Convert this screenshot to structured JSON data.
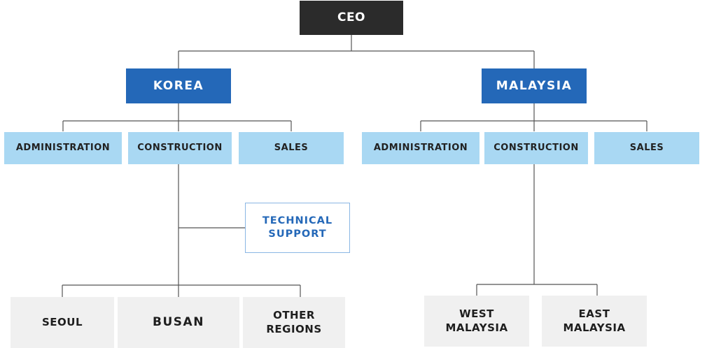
{
  "ceo": {
    "label": "CEO"
  },
  "korea": {
    "label": "KOREA",
    "departments": [
      "ADMINISTRATION",
      "CONSTRUCTION",
      "SALES"
    ],
    "technical_support": {
      "line1": "TECHNICAL",
      "line2": "SUPPORT"
    },
    "regions": [
      {
        "line1": "SEOUL",
        "line2": ""
      },
      {
        "line1": "BUSAN",
        "line2": ""
      },
      {
        "line1": "OTHER",
        "line2": "REGIONS"
      }
    ]
  },
  "malaysia": {
    "label": "MALAYSIA",
    "departments": [
      "ADMINISTRATION",
      "CONSTRUCTION",
      "SALES"
    ],
    "regions": [
      {
        "line1": "WEST",
        "line2": "MALAYSIA"
      },
      {
        "line1": "EAST",
        "line2": "MALAYSIA"
      }
    ]
  },
  "colors": {
    "ceo_box": "#2b2b2b",
    "country_box": "#2468b8",
    "department_box": "#a9d8f3",
    "region_box": "#f0f0f0",
    "connector": "#555555",
    "technical_text": "#2468b8"
  }
}
